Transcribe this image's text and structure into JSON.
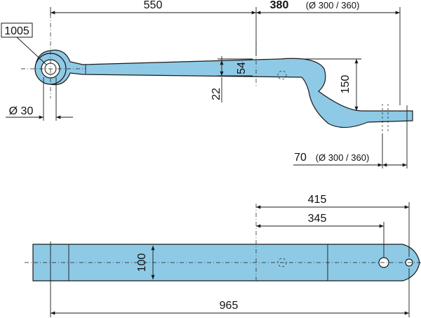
{
  "part_number": "1005",
  "top_view": {
    "dim_length": "550",
    "dim_offset_main": "380",
    "dim_offset_note": "(Ø 300 / 360)",
    "dim_height": "150",
    "dim_thickness": "54",
    "dim_thin": "22",
    "dim_eye": "Ø 30",
    "dim_end_main": "70",
    "dim_end_note": "(Ø 300 / 360)"
  },
  "bottom_view": {
    "dim_415": "415",
    "dim_345": "345",
    "dim_width": "100",
    "dim_total": "965"
  }
}
